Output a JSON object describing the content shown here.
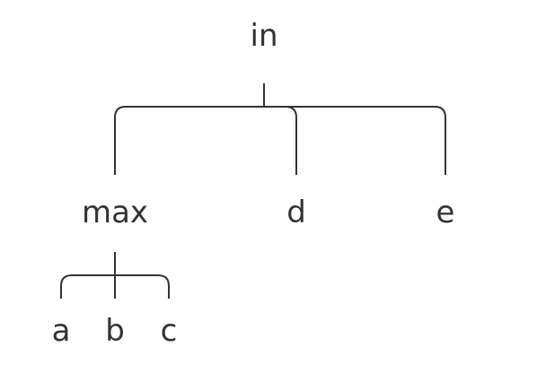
{
  "tree": {
    "root": {
      "label": "in"
    },
    "children": [
      {
        "label": "max"
      },
      {
        "label": "d"
      },
      {
        "label": "e"
      }
    ],
    "grandchildren": [
      {
        "label": "a"
      },
      {
        "label": "b"
      },
      {
        "label": "c"
      }
    ]
  },
  "colors": {
    "text": "#333333",
    "line": "#333333",
    "background": "#ffffff"
  }
}
